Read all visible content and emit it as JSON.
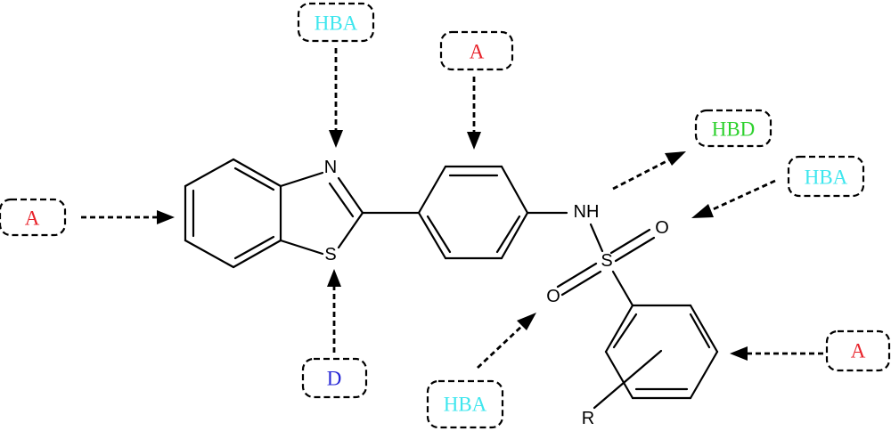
{
  "colors": {
    "A": "#e8222a",
    "HBA": "#3ee6ee",
    "HBD": "#2ed12e",
    "D": "#2a2ad6",
    "ink": "#000000"
  },
  "atoms": {
    "n": "N",
    "s": "S",
    "nh": "NH",
    "sulfonyl_s": "S",
    "o_top": "O",
    "o_bottom": "O",
    "r": "R"
  },
  "features": {
    "hba_top": "HBA",
    "a_top": "A",
    "hbd": "HBD",
    "a_left": "A",
    "hba_right": "HBA",
    "a_right": "A",
    "d": "D",
    "hba_bottom": "HBA"
  }
}
